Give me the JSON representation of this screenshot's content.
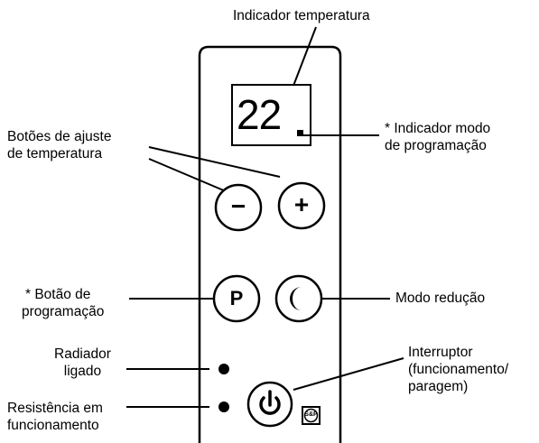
{
  "labels": {
    "indicador_temperatura": "Indicador temperatura",
    "indicador_modo": [
      "* Indicador modo",
      "de programação"
    ],
    "botoes_ajuste": [
      "Botões de ajuste",
      "de temperatura"
    ],
    "botao_programacao": [
      "* Botão de",
      "programação"
    ],
    "modo_reducao": "Modo redução",
    "radiador_ligado": [
      "Radiador",
      "ligado"
    ],
    "resistencia": [
      "Resistência em",
      "funcionamento"
    ],
    "interruptor": [
      "Interruptor",
      "(funcionamento/",
      "paragem)"
    ]
  },
  "display": {
    "value": "22"
  },
  "buttons": {
    "minus": "−",
    "plus": "+",
    "program": "P",
    "logo": "S&P"
  },
  "icons": {
    "minus": "minus-icon",
    "plus": "plus-icon",
    "program": "p-icon",
    "moon": "moon-icon",
    "power": "power-icon",
    "logo": "sp-logo-icon"
  }
}
